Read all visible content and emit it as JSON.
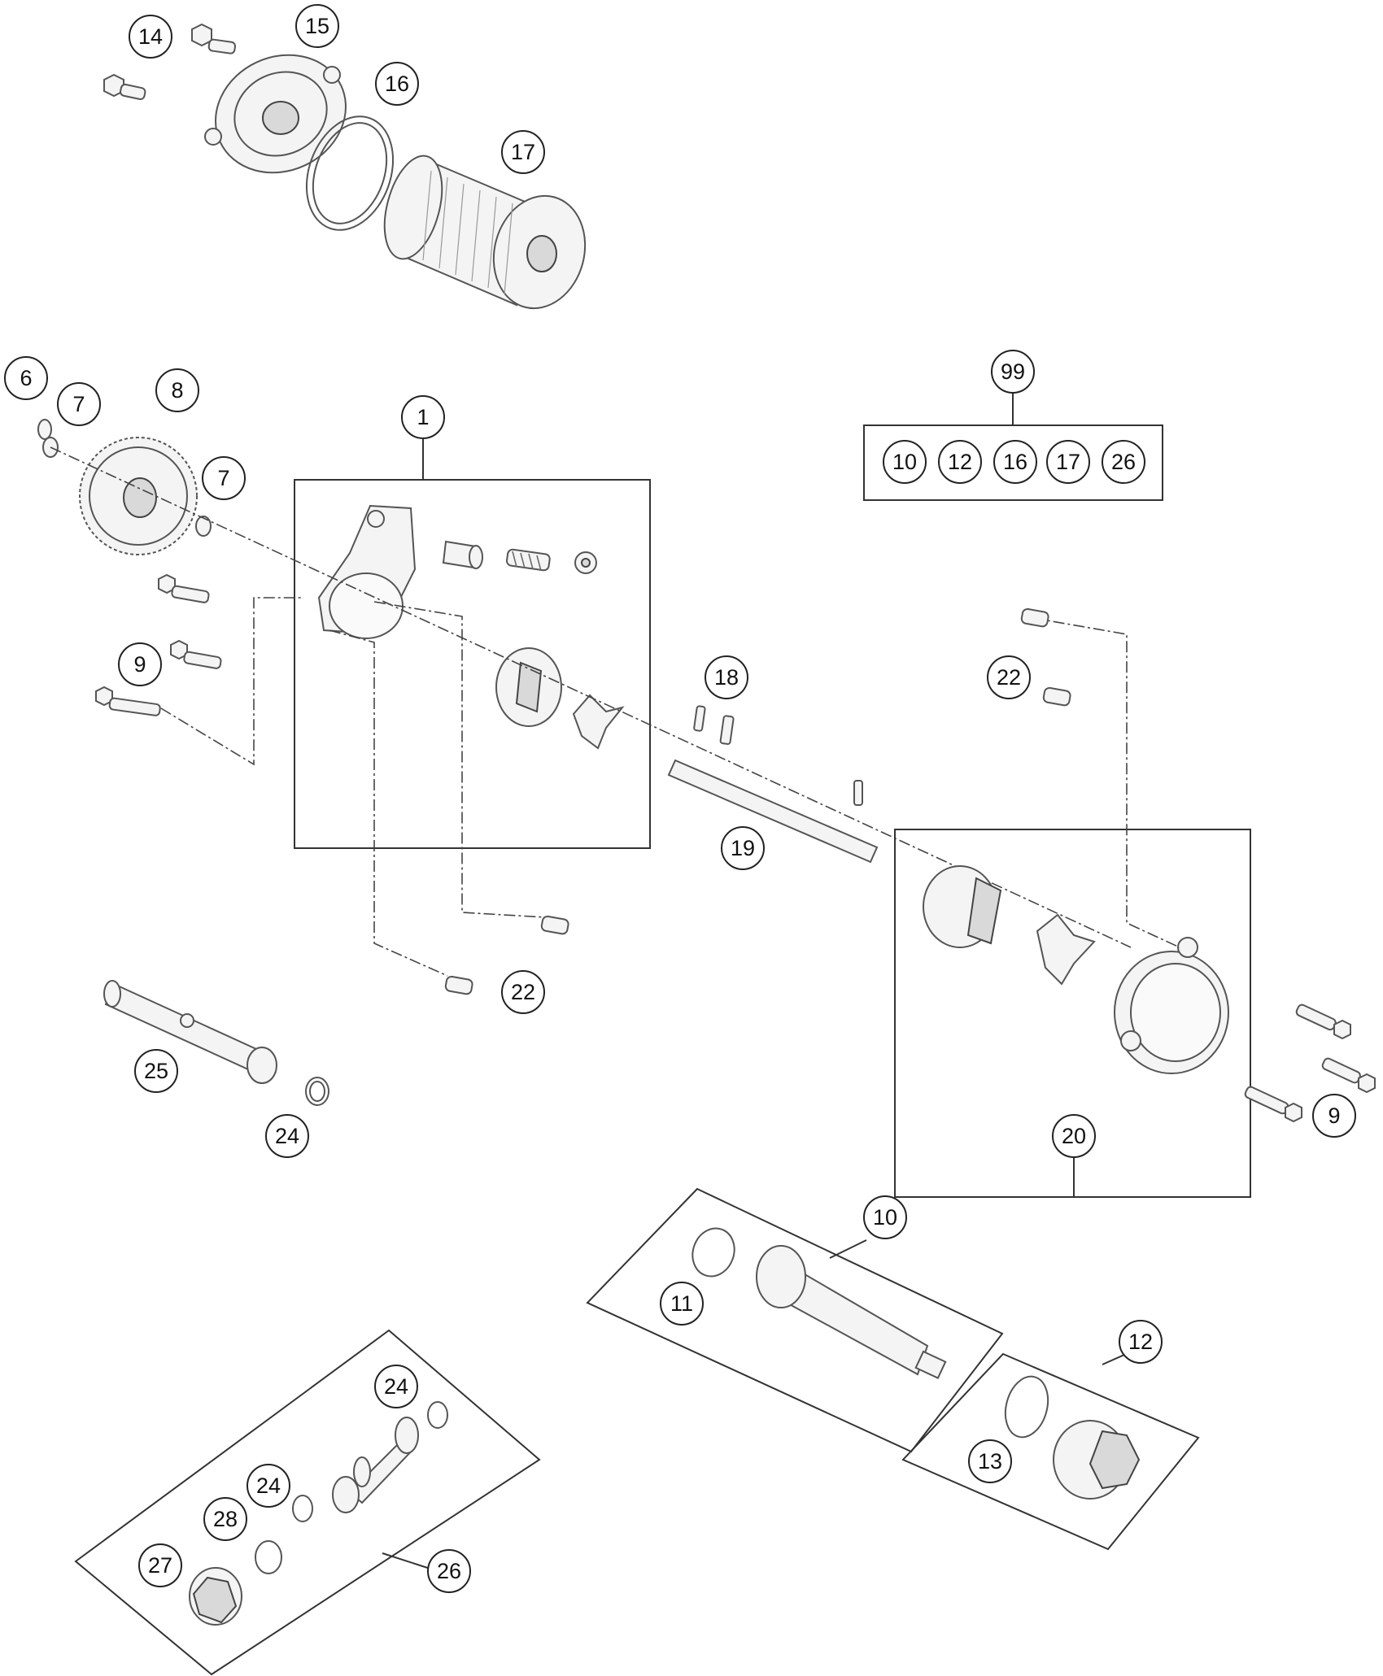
{
  "callouts": [
    {
      "id": "c14",
      "label": "14"
    },
    {
      "id": "c15",
      "label": "15"
    },
    {
      "id": "c16",
      "label": "16"
    },
    {
      "id": "c17",
      "label": "17"
    },
    {
      "id": "c6",
      "label": "6"
    },
    {
      "id": "c7a",
      "label": "7"
    },
    {
      "id": "c8",
      "label": "8"
    },
    {
      "id": "c7b",
      "label": "7"
    },
    {
      "id": "c1",
      "label": "1"
    },
    {
      "id": "c9a",
      "label": "9"
    },
    {
      "id": "c18",
      "label": "18"
    },
    {
      "id": "c22a",
      "label": "22"
    },
    {
      "id": "c19",
      "label": "19"
    },
    {
      "id": "c22b",
      "label": "22"
    },
    {
      "id": "c25",
      "label": "25"
    },
    {
      "id": "c24a",
      "label": "24"
    },
    {
      "id": "c20",
      "label": "20"
    },
    {
      "id": "c9b",
      "label": "9"
    },
    {
      "id": "c10",
      "label": "10"
    },
    {
      "id": "c11",
      "label": "11"
    },
    {
      "id": "c12",
      "label": "12"
    },
    {
      "id": "c13",
      "label": "13"
    },
    {
      "id": "c24b",
      "label": "24"
    },
    {
      "id": "c24c",
      "label": "24"
    },
    {
      "id": "c28",
      "label": "28"
    },
    {
      "id": "c27",
      "label": "27"
    },
    {
      "id": "c26",
      "label": "26"
    },
    {
      "id": "c99",
      "label": "99"
    }
  ],
  "kit_99": {
    "label": "99",
    "contents": [
      "10",
      "12",
      "16",
      "17",
      "26"
    ]
  }
}
